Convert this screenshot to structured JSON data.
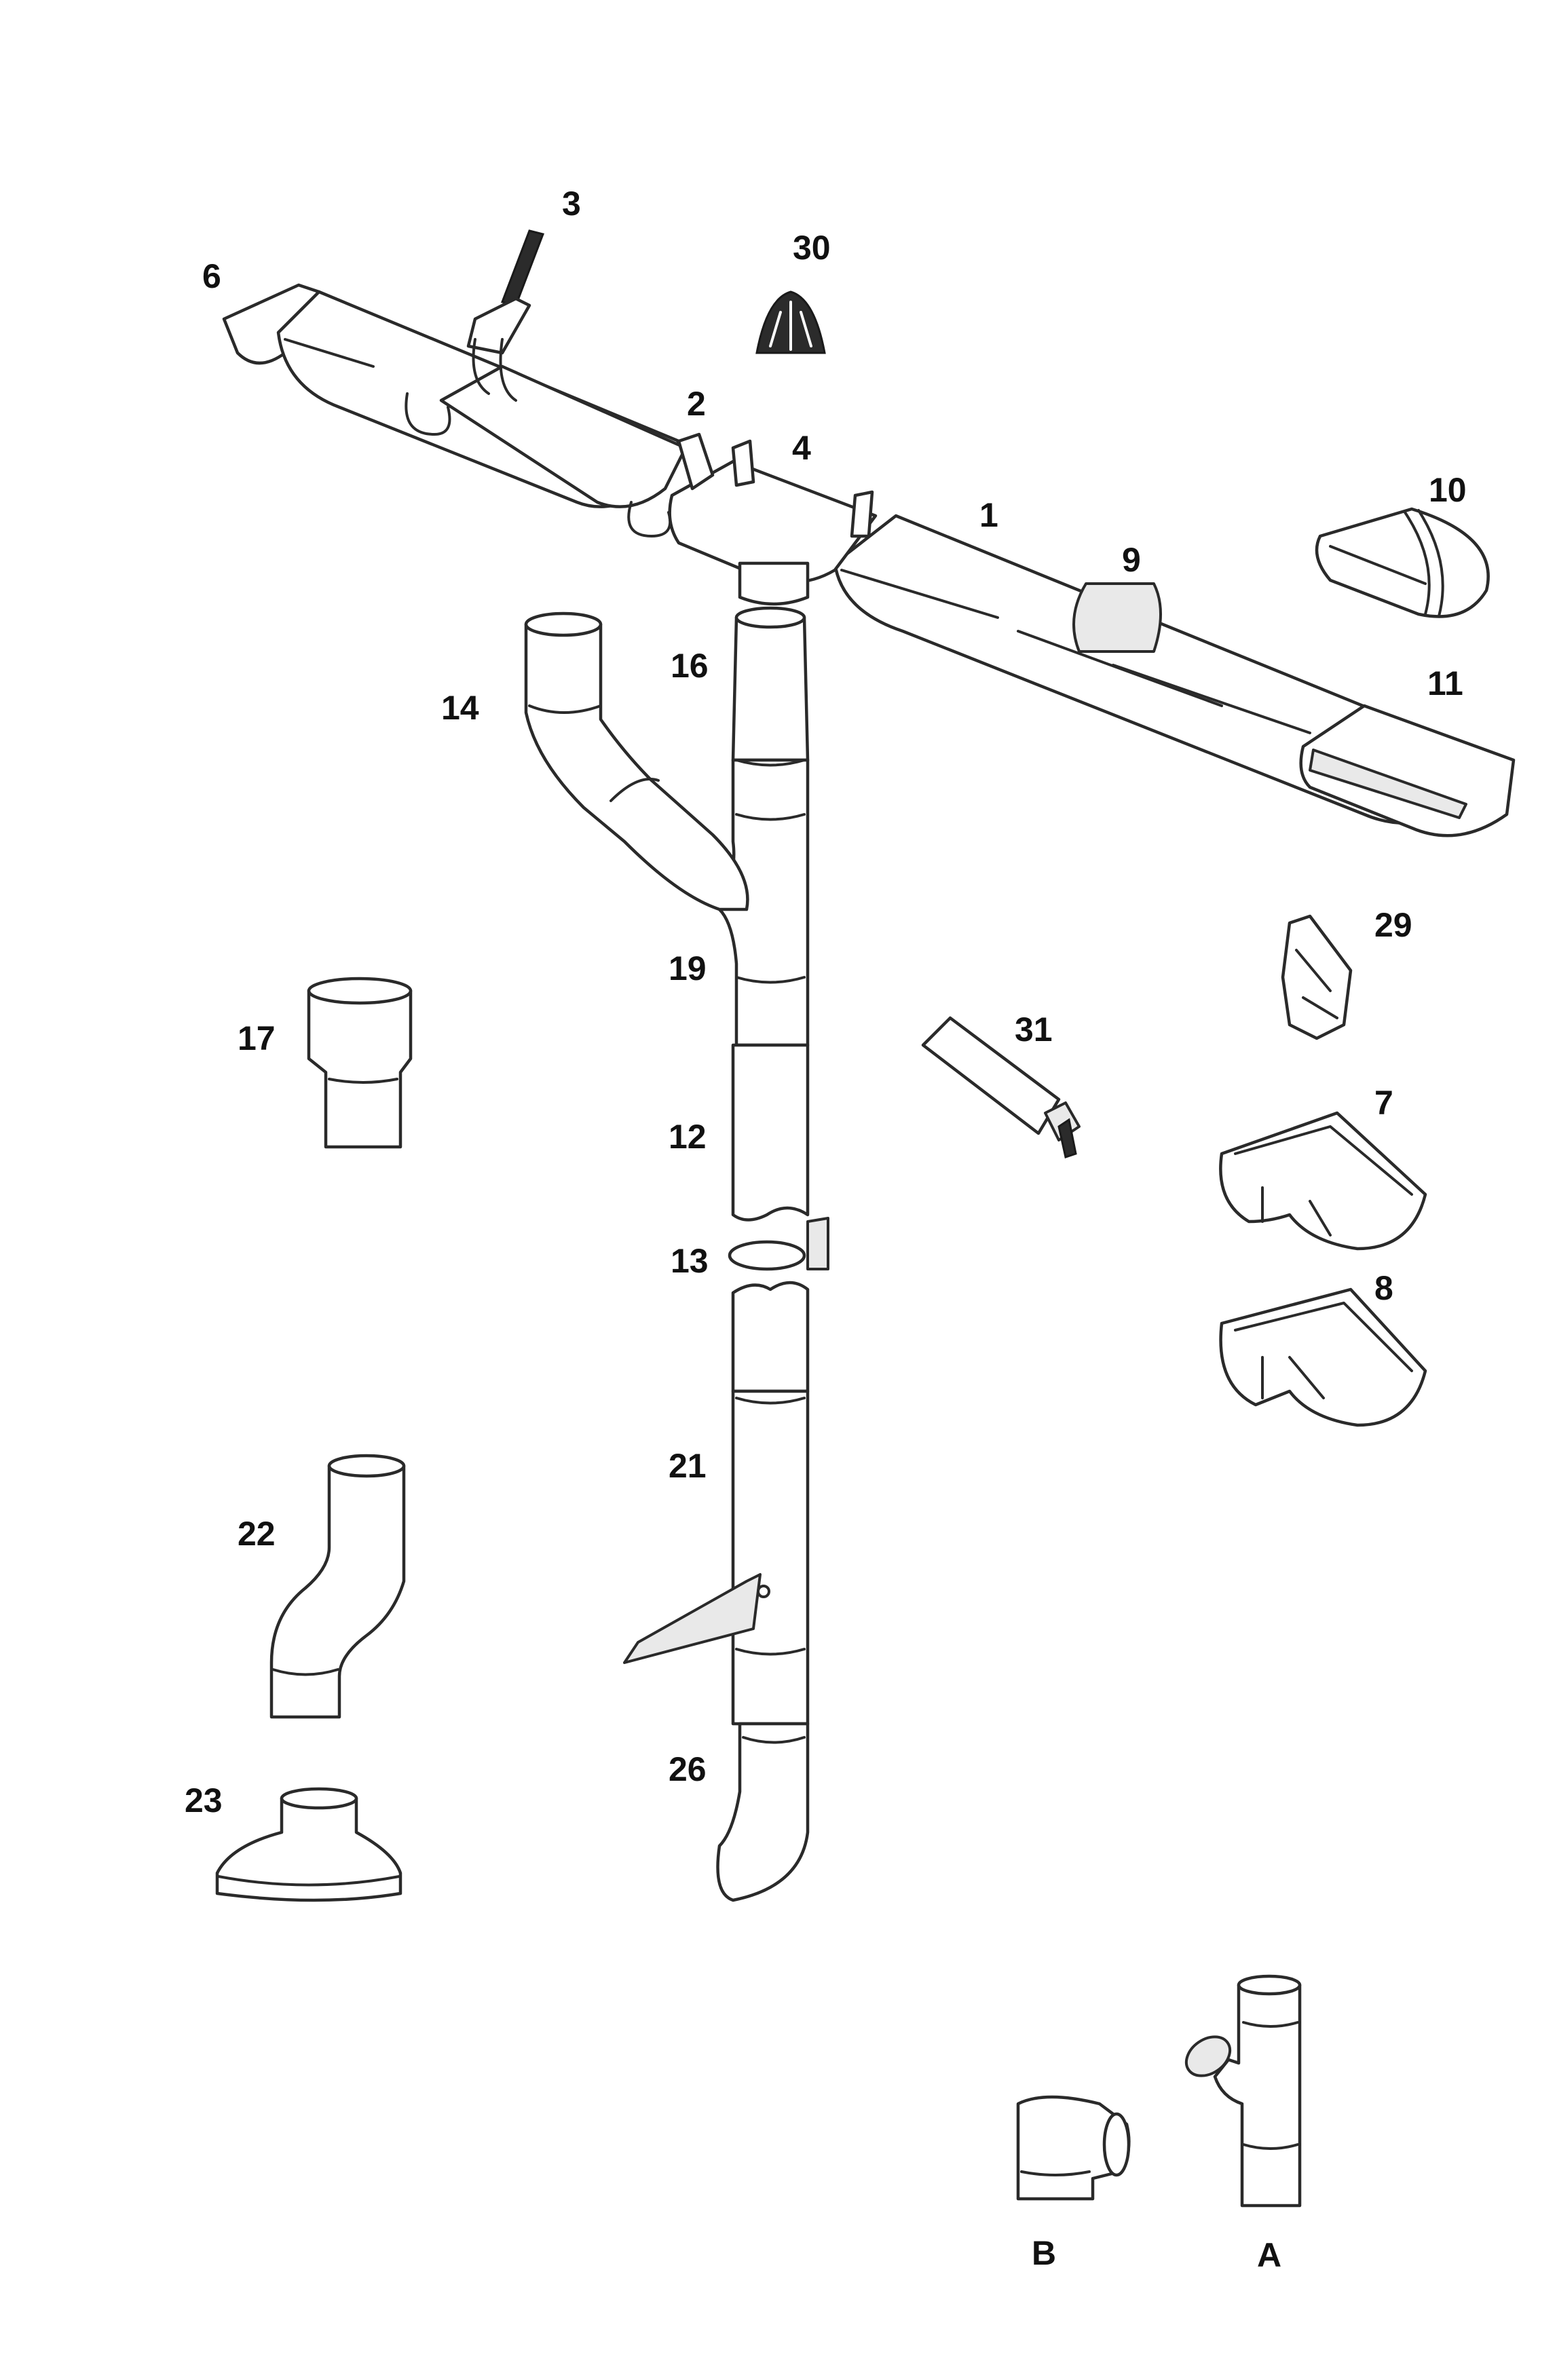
{
  "labels": {
    "l1": "1",
    "l2": "2",
    "l3": "3",
    "l4": "4",
    "l6": "6",
    "l7": "7",
    "l8": "8",
    "l9": "9",
    "l10": "10",
    "l11": "11",
    "l12": "12",
    "l13": "13",
    "l14": "14",
    "l16": "16",
    "l17": "17",
    "l19": "19",
    "l21": "21",
    "l22": "22",
    "l23": "23",
    "l26": "26",
    "l29": "29",
    "l30": "30",
    "l31": "31",
    "lA": "A",
    "lB": "B"
  },
  "colors": {
    "stroke": "#2a2a2a",
    "fill": "#ffffff",
    "shade": "#e9e9e9",
    "text": "#111111"
  }
}
